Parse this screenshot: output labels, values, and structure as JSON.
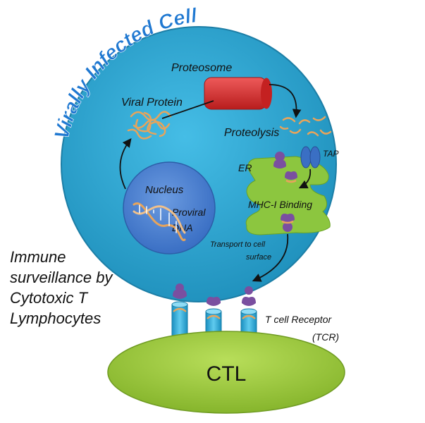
{
  "title": "Virally Infected Cell",
  "labels": {
    "proteosome": "Proteosome",
    "viral_protein": "Viral Protein",
    "proteolysis": "Proteolysis",
    "tap": "TAP",
    "er": "ER",
    "nucleus": "Nucleus",
    "proviral": "Proviral",
    "dna": "DNA",
    "mhc_binding": "MHC-I Binding",
    "transport_line1": "Transport to cell",
    "transport_line2": "surface",
    "tcr_line1": "T cell Receptor",
    "tcr_line2": "(TCR)",
    "ctl": "CTL"
  },
  "side_text": [
    "Immune",
    "surveillance by",
    "Cytotoxic T",
    "Lymphocytes"
  ],
  "colors": {
    "title": "#1f78d1",
    "cell": "#2aa3cf",
    "nucleus": "#4a7fd0",
    "proteosome": "#d22a2a",
    "er": "#8cc63f",
    "ctl": "#9cc83a",
    "mhc": "#7a4fa0",
    "peptide": "#e7a45b",
    "tap": "#3a6fc4"
  }
}
